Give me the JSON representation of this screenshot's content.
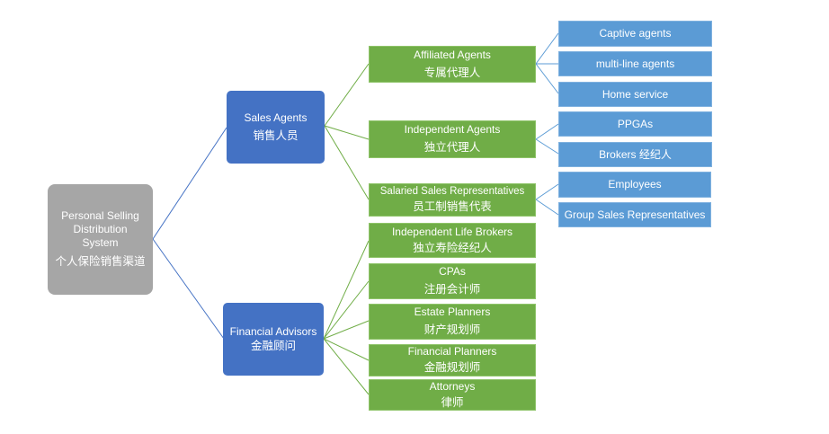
{
  "colors": {
    "root_fill": "#a6a6a6",
    "level1_fill": "#4472c4",
    "level2_fill": "#70ad47",
    "level3_fill": "#5b9bd5",
    "connector": "#70ad47",
    "connector_blue": "#4472c4"
  },
  "root": {
    "en": "Personal Selling Distribution System",
    "cn": "个人保险销售渠道"
  },
  "sales_agents": {
    "en": "Sales Agents",
    "cn": "销售人员",
    "children": {
      "affiliated": {
        "en": "Affiliated Agents",
        "cn": "专属代理人",
        "children": [
          "Captive agents",
          "multi-line agents",
          "Home service"
        ]
      },
      "independent": {
        "en": "Independent Agents",
        "cn": "独立代理人",
        "children": [
          "PPGAs",
          "Brokers 经纪人"
        ]
      },
      "salaried": {
        "en": "Salaried Sales Representatives",
        "cn": "员工制销售代表",
        "children": [
          "Employees",
          "Group Sales Representatives"
        ]
      }
    }
  },
  "financial_advisors": {
    "en": "Financial Advisors",
    "cn": "金融顾问",
    "children": [
      {
        "en": "Independent Life Brokers",
        "cn": "独立寿险经纪人"
      },
      {
        "en": "CPAs",
        "cn": "注册会计师"
      },
      {
        "en": "Estate Planners",
        "cn": "财产规划师"
      },
      {
        "en": "Financial Planners",
        "cn": "金融规划师"
      },
      {
        "en": "Attorneys",
        "cn": "律师"
      }
    ]
  }
}
